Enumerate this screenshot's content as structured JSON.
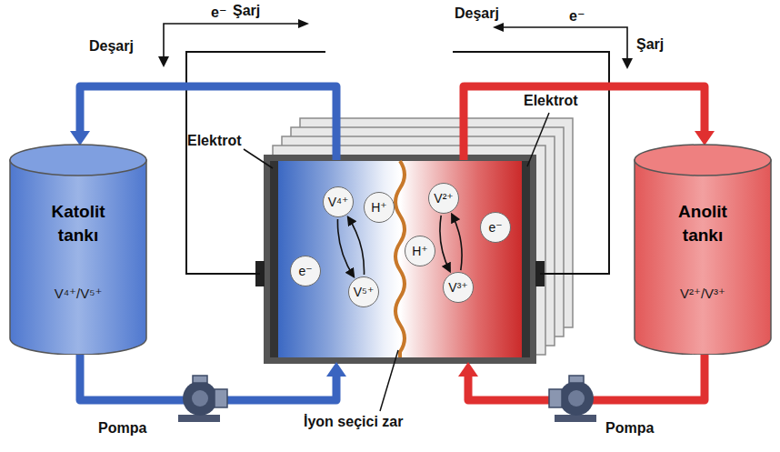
{
  "diagram": {
    "nodes": [
      {
        "text": [
          "Katolit tankı",
          "V⁴⁺/V⁵⁺"
        ]
      },
      {
        "text": [
          "V⁴⁺"
        ]
      },
      {
        "text": [
          "H⁺"
        ]
      },
      {
        "text": [
          "V²⁺"
        ]
      },
      {
        "text": [
          "e⁻"
        ]
      },
      {
        "text": [
          "e⁻"
        ]
      },
      {
        "text": [
          "H⁺"
        ]
      },
      {
        "text": [
          "V⁵⁺"
        ]
      },
      {
        "text": [
          "V³⁺"
        ]
      },
      {
        "text": [
          "Anolit tankı",
          "V²⁺/V³⁺"
        ]
      }
    ],
    "edges": [
      {
        "from": 1,
        "to": 7,
        "arrow": "both"
      },
      {
        "from": 3,
        "to": 8,
        "arrow": "both"
      }
    ],
    "labels": [
      "Şarj",
      "e⁻",
      "Deşarj",
      "Deşarj",
      "e⁻",
      "Şarj",
      "Elektrot",
      "Elektrot",
      "Pompa",
      "İyon seçici zar",
      "Pompa"
    ]
  }
}
